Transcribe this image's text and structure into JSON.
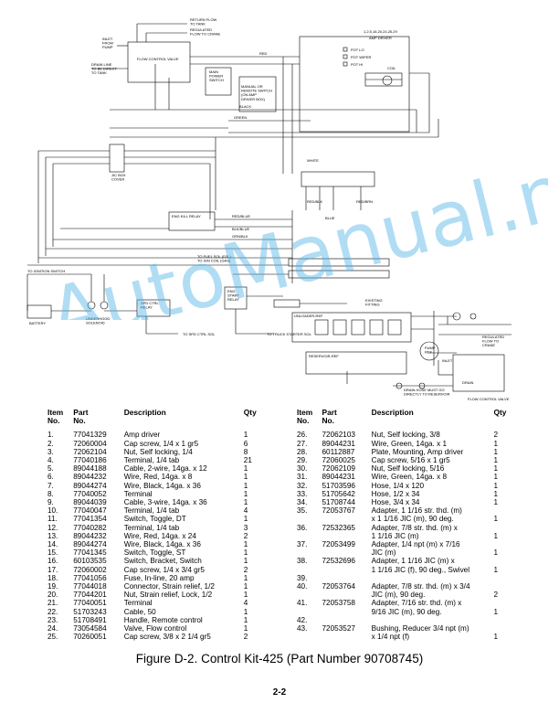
{
  "schematic": {
    "labels": {
      "return_flow": "RETURN FLOW\nTO TANK",
      "regulated_flow": "REGULATED\nFLOW TO CRANE",
      "inlet_from_pump": "INLET\nFROM\nPUMP",
      "flow_control_valve": "FLOW CONTROL VALVE",
      "drain_line": "DRAIN LINE\nTO BE DIRECT\nTO TANK",
      "amp_driver_pins": "1,2,5,16,20,24,25,29",
      "amp_driver": "AMP DRIVER",
      "pot_lo": "POT LO",
      "pot_wiper": "POT WIPER",
      "pot_hi": "POT HI",
      "coil": "COIL",
      "main_power_switch": "MAIN\nPOWER\nSWITCH",
      "manual_remote": "MANUAL OR\nREMOTE SWITCH\n(ON AMP\nDRIVER BOX)",
      "red": "RED",
      "black": "BLACK",
      "green": "GREEN",
      "white": "WHITE",
      "jic_box": "JIC BOX\nCOVER",
      "eng_kill_relay": "ENG KILL RELAY",
      "red_blue": "RED/BLUE",
      "blk_blue": "BLK/BLUE",
      "grn_blk": "GRN/BLK",
      "red_blk": "RED/BLK",
      "red_brn": "RED/BRN",
      "blue": "BLUE",
      "fuel_sol": "TO FUEL SOL (D3L)\nTO IGN COIL (GAS)",
      "ignition_switch": "TO IGNITION SWITCH",
      "spd_ctrl_relay": "SPD CTRL\nRELAY",
      "eng_start_relay": "ENG\nSTART\nRELAY",
      "spd_ctrl_sol": "TO SPD CTRL SOL",
      "truck_starter_sol": "TO TRUCK STARTER SOL",
      "battery": "BATTERY",
      "underhood_solenoid": "UNDERHOOD\nSOLENOID",
      "unloader_ref": "UNLOADER-REF",
      "existing_fitting": "EXISTING\nFITTING",
      "reservoir_ref": "RESERVOIR-REF",
      "pump_ref": "PUMP\nREF",
      "inlet": "INLET",
      "drain": "DRAIN",
      "regulated_crane": "REGULATED\nFLOW TO\nCRANE",
      "drain_hose": "DRAIN HOSE MUST GO\nDIRECTLY TO RESERVOIR",
      "flow_control_valve2": "FLOW CONTROL VALVE"
    }
  },
  "table": {
    "headers": {
      "item": "Item\nNo.",
      "part": "Part\nNo.",
      "description": "Description",
      "qty": "Qty"
    },
    "left_rows": [
      [
        "1.",
        "77041329",
        "Amp driver",
        "1"
      ],
      [
        "2.",
        "72060004",
        "Cap screw, 1/4 x 1 gr5",
        "6"
      ],
      [
        "3.",
        "72062104",
        "Nut, Self locking, 1/4",
        "8"
      ],
      [
        "4.",
        "77040186",
        "Terminal, 1/4 tab",
        "21"
      ],
      [
        "5.",
        "89044188",
        "Cable, 2-wire, 14ga. x 12",
        "1"
      ],
      [
        "6.",
        "89044232",
        "Wire, Red, 14ga. x 8",
        "1"
      ],
      [
        "7.",
        "89044274",
        "Wire, Black, 14ga. x 36",
        "1"
      ],
      [
        "8.",
        "77040052",
        "Terminal",
        "1"
      ],
      [
        "9.",
        "89044039",
        "Cable, 3-wire, 14ga. x 36",
        "1"
      ],
      [
        "10.",
        "77040047",
        "Terminal, 1/4 tab",
        "4"
      ],
      [
        "11.",
        "77041354",
        "Switch, Toggle, DT",
        "1"
      ],
      [
        "12.",
        "77040282",
        "Terminal, 1/4 tab",
        "3"
      ],
      [
        "13.",
        "89044232",
        "Wire, Red, 14ga. x 24",
        "2"
      ],
      [
        "14.",
        "89044274",
        "Wire, Black, 14ga. x 36",
        "1"
      ],
      [
        "15.",
        "77041345",
        "Switch, Toggle, ST",
        "1"
      ],
      [
        "16.",
        "60103535",
        "Switch, Bracket, Switch",
        "1"
      ],
      [
        "17.",
        "72060002",
        "Cap screw, 1/4 x 3/4 gr5",
        "2"
      ],
      [
        "18.",
        "77041056",
        "Fuse, In-line, 20 amp",
        "1"
      ],
      [
        "19.",
        "77044018",
        "Connector, Strain relief, 1/2",
        "1"
      ],
      [
        "20.",
        "77044201",
        "Nut, Strain relief, Lock, 1/2",
        "1"
      ],
      [
        "21.",
        "77040051",
        "Terminal",
        "4"
      ],
      [
        "22.",
        "51703243",
        "Cable, 50",
        "1"
      ],
      [
        "23.",
        "51708491",
        "Handle, Remote control",
        "1"
      ],
      [
        "24.",
        "73054584",
        "Valve, Flow control",
        "1"
      ],
      [
        "25.",
        "70260051",
        "Cap screw, 3/8 x 2 1/4 gr5",
        "2"
      ]
    ],
    "right_rows": [
      [
        "26.",
        "72062103",
        "Nut, Self locking, 3/8",
        "2"
      ],
      [
        "27.",
        "89044231",
        "Wire, Green, 14ga. x 1",
        "1"
      ],
      [
        "28.",
        "60112887",
        "Plate, Mounting, Amp driver",
        "1"
      ],
      [
        "29.",
        "72060025",
        "Cap screw, 5/16 x 1 gr5",
        "1"
      ],
      [
        "30.",
        "72062109",
        "Nut, Self locking, 5/16",
        "1"
      ],
      [
        "31.",
        "89044231",
        "Wire, Green, 14ga. x 8",
        "1"
      ],
      [
        "32.",
        "51703596",
        "Hose, 1/4 x 120",
        "1"
      ],
      [
        "33.",
        "51705642",
        "Hose, 1/2 x 34",
        "1"
      ],
      [
        "34.",
        "51708744",
        "Hose, 3/4 x 34",
        "1"
      ],
      [
        "35.",
        "72053767",
        "Adapter, 1 1/16 str. thd. (m)\nx 1 1/16 JIC (m), 90 deg.",
        "1"
      ],
      [
        "36.",
        "72532365",
        "Adapter, 7/8 str. thd. (m) x\n1 1/16 JIC (m)",
        "1"
      ],
      [
        "37.",
        "72053499",
        "Adapter, 1/4 npt (m) x 7/16\nJIC (m)",
        "1"
      ],
      [
        "38.",
        "72532696",
        "Adapter, 1 1/16 JIC (m) x\n1 1/16 JIC (f), 90 deg., Swivel",
        "1"
      ],
      [
        "39.",
        "",
        "",
        ""
      ],
      [
        "40.",
        "72053764",
        "Adapter, 7/8 str. thd. (m) x 3/4\nJIC (m), 90 deg.",
        "2"
      ],
      [
        "41.",
        "72053758",
        "Adapter, 7/16 str. thd. (m) x\n9/16 JIC (m), 90 deg.",
        "1"
      ],
      [
        "42.",
        "",
        "",
        ""
      ],
      [
        "43.",
        "72053527",
        "Bushing, Reducer 3/4 npt (m)\nx 1/4 npt (f)",
        "1"
      ]
    ]
  },
  "caption": "Figure D-2. Control Kit-425 (Part Number 90708745)",
  "page_number": "2-2",
  "watermark": "AutoManual.net",
  "colors": {
    "ink": "#000000",
    "watermark": "#4fb3e6"
  }
}
